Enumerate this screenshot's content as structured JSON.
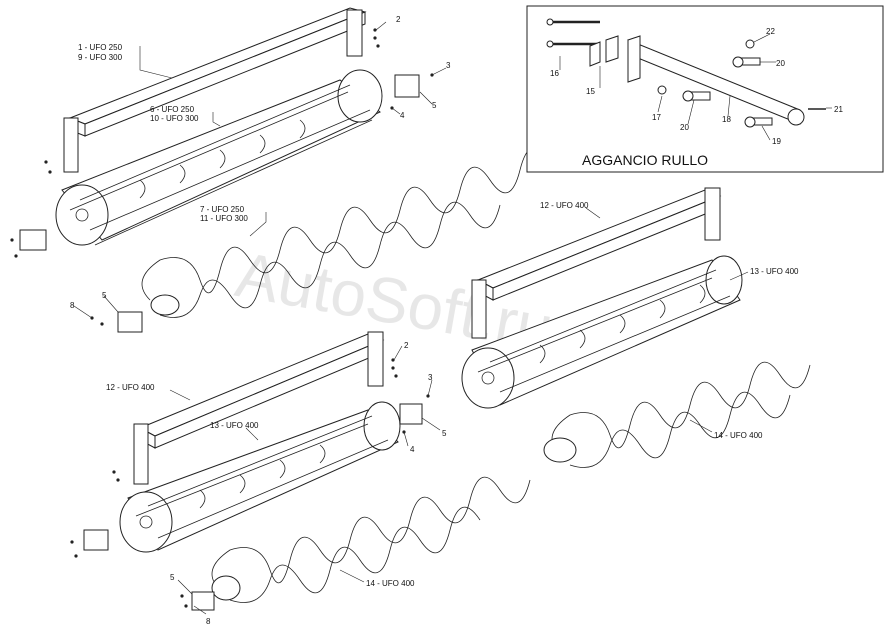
{
  "diagram": {
    "labels": {
      "l1": "1 - UFO 250",
      "l9": "9 - UFO 300",
      "l6": "6 - UFO 250",
      "l10": "10 - UFO 300",
      "l7": "7 - UFO 250",
      "l11": "11 - UFO 300",
      "l12a": "12 - UFO 400",
      "l13a": "13 - UFO 400",
      "l14a": "14 - UFO 400",
      "l12b": "12 - UFO 400",
      "l13b": "13 - UFO 400",
      "l14b": "14 - UFO 400"
    },
    "numbers": {
      "n2a": "2",
      "n3a": "3",
      "n4a": "4",
      "n5a": "5",
      "n5b": "5",
      "n8a": "8",
      "n2b": "2",
      "n3b": "3",
      "n4b": "4",
      "n5c": "5",
      "n5d": "5",
      "n8b": "8"
    },
    "inset": {
      "title": "AGGANCIO RULLO",
      "n15": "15",
      "n16": "16",
      "n17": "17",
      "n18": "18",
      "n19": "19",
      "n20a": "20",
      "n20b": "20",
      "n21": "21",
      "n22": "22"
    },
    "watermark": "AutoSoft.ru"
  }
}
